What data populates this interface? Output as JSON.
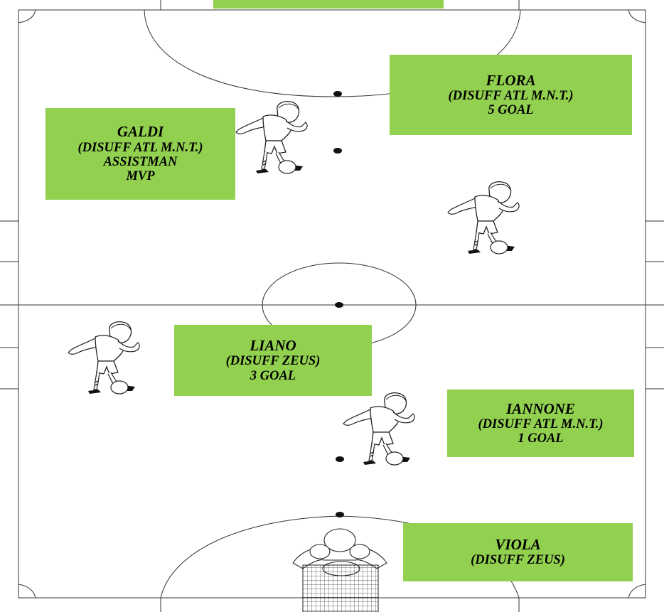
{
  "players": [
    {
      "id": "flora",
      "name": "FLORA",
      "club": "(DISUFF ATL M.N.T.)",
      "extra": [
        "5 GOAL"
      ]
    },
    {
      "id": "galdi",
      "name": "GALDI",
      "club": "(DISUFF ATL M.N.T.)",
      "extra": [
        "ASSISTMAN",
        "MVP"
      ]
    },
    {
      "id": "liano",
      "name": "LIANO",
      "club": "(DISUFF ZEUS)",
      "extra": [
        "3 GOAL"
      ]
    },
    {
      "id": "iannone",
      "name": "IANNONE",
      "club": "(DISUFF ATL M.N.T.)",
      "extra": [
        "1 GOAL"
      ]
    },
    {
      "id": "viola",
      "name": "VIOLA",
      "club": "(DISUFF ZEUS)",
      "extra": []
    }
  ],
  "colors": {
    "card_bg": "#92d050",
    "lines": "#333333",
    "pitch": "#ffffff"
  },
  "icons": [
    "player-figure-icon",
    "goalkeeper-icon",
    "goal-net-icon",
    "ball-icon"
  ]
}
